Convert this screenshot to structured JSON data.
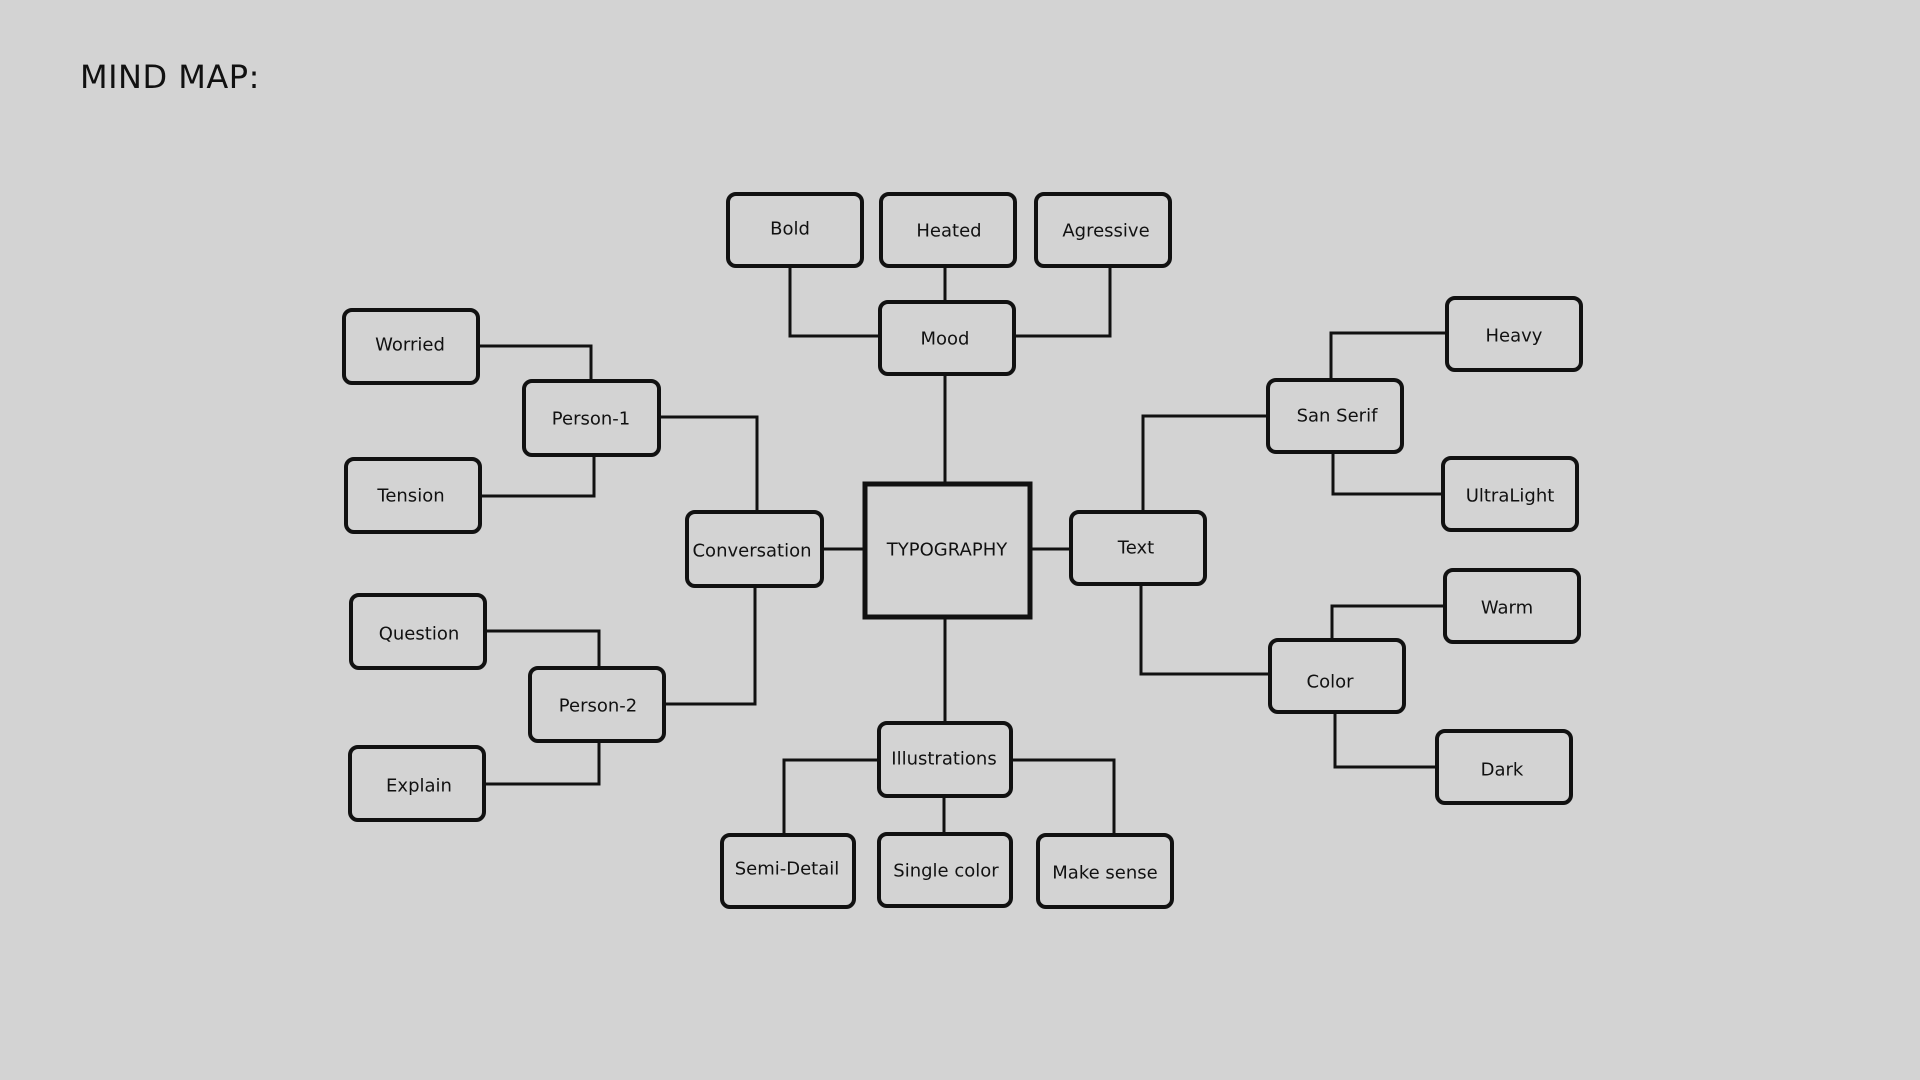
{
  "title": "MIND MAP:",
  "nodes": {
    "typography": "TYPOGRAPHY",
    "mood": "Mood",
    "bold": "Bold",
    "heated": "Heated",
    "agressive": "Agressive",
    "conversation": "Conversation",
    "person1": "Person-1",
    "worried": "Worried",
    "tension": "Tension",
    "person2": "Person-2",
    "question": "Question",
    "explain": "Explain",
    "text": "Text",
    "sanserif": "San Serif",
    "heavy": "Heavy",
    "ultralight": "UltraLight",
    "color": "Color",
    "warm": "Warm",
    "dark": "Dark",
    "illustrations": "Illustrations",
    "semidetail": "Semi-Detail",
    "singlecolor": "Single color",
    "makesense": "Make sense"
  }
}
